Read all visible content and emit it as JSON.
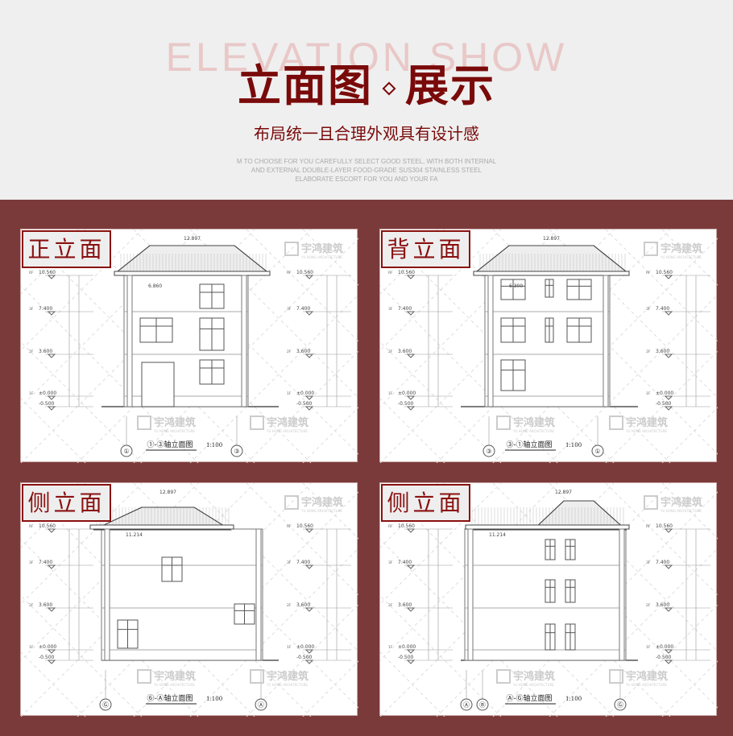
{
  "header": {
    "background_word": "ELEVATION SHOW",
    "title_left": "立面图",
    "title_right": "展示",
    "subtitle": "布局统一且合理外观具有设计感",
    "english_lines": [
      "M TO CHOOSE FOR YOU CAREFULLY SELECT GOOD STEEL, WITH BOTH INTERNAL",
      "AND EXTERNAL DOUBLE-LAYER FOOD-GRADE SUS304 STAINLESS STEEL",
      "ELABORATE ESCORT FOR YOU AND YOUR FA"
    ]
  },
  "colors": {
    "accent": "#7a0a0a",
    "frame": "#7b3a3a"
  },
  "watermark": {
    "name": "宇鸿建筑",
    "english": "YU HONG ARCHITECTURE"
  },
  "panels": [
    {
      "label": "正立面",
      "caption": "①-③轴立面图",
      "scale": "1:100",
      "axes": [
        "①",
        "③"
      ],
      "ridge": "12.897",
      "levels": {
        "rf": "10.560",
        "f3": "7.400",
        "f2": "3.600",
        "f1": "±0.000",
        "ground": "-0.500"
      },
      "floors": {
        "rf": "RF",
        "f3": "3F",
        "f2": "2F",
        "f1": "1F"
      },
      "extra": "6.860"
    },
    {
      "label": "背立面",
      "caption": "③-①轴立面图",
      "scale": "1:100",
      "axes": [
        "③",
        "①"
      ],
      "ridge": "12.897",
      "levels": {
        "rf": "10.560",
        "f3": "7.400",
        "f2": "3.600",
        "f1": "±0.000",
        "ground": "-0.500"
      },
      "floors": {
        "rf": "RF",
        "f3": "3F",
        "f2": "2F",
        "f1": "1F"
      },
      "extra": "6.300"
    },
    {
      "label": "侧立面",
      "caption": "⑥-Ⓐ轴立面图",
      "scale": "1:100",
      "axes": [
        "Ⓖ",
        "Ⓐ"
      ],
      "ridge": "12.897",
      "levels": {
        "rf": "10.560",
        "f3": "7.400",
        "f2": "3.600",
        "f1": "±0.000",
        "ground": "-0.500"
      },
      "floors": {
        "rf": "RF",
        "f3": "3F",
        "f2": "2F",
        "f1": "1F"
      },
      "extra": "11.214"
    },
    {
      "label": "侧立面",
      "caption": "Ⓐ-Ⓖ轴立面图",
      "scale": "1:100",
      "axes": [
        "Ⓐ",
        "Ⓑ",
        "Ⓖ"
      ],
      "ridge": "12.897",
      "levels": {
        "rf": "10.560",
        "f3": "7.400",
        "f2": "3.600",
        "f1": "±0.000",
        "ground": "-0.500"
      },
      "floors": {
        "rf": "RF",
        "f3": "3F",
        "f2": "2F",
        "f1": "1F"
      },
      "extra": "11.214"
    }
  ]
}
